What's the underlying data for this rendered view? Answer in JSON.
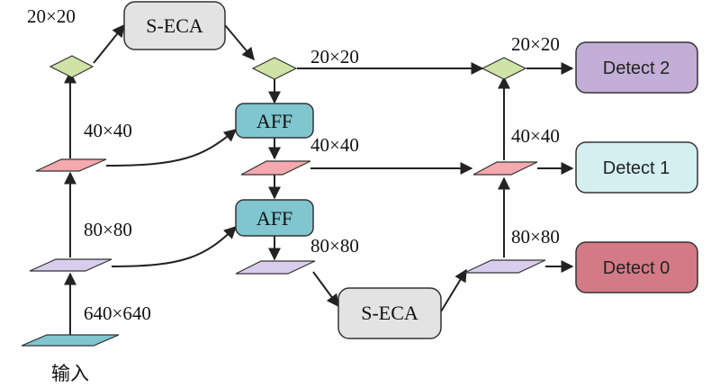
{
  "colors": {
    "green": "#cfe3a6",
    "pink": "#f3a9ad",
    "lavender": "#d9cdee",
    "teal": "#7fc6cf",
    "gray": "#e3e3e3",
    "detect2": "#c3aed8",
    "detect1": "#d4eff0",
    "detect0": "#d47a86"
  },
  "labels": {
    "input_size": "640×640",
    "b80": "80×80",
    "b40": "40×40",
    "b20": "20×20",
    "m20": "20×20",
    "m40": "40×40",
    "m80": "80×80",
    "r20": "20×20",
    "r40": "40×40",
    "r80": "80×80",
    "input_caption": "输入"
  },
  "boxes": {
    "seca_top": "S-ECA",
    "seca_bottom": "S-ECA",
    "aff_top": "AFF",
    "aff_bottom": "AFF",
    "detect2": "Detect 2",
    "detect1": "Detect 1",
    "detect0": "Detect 0"
  }
}
